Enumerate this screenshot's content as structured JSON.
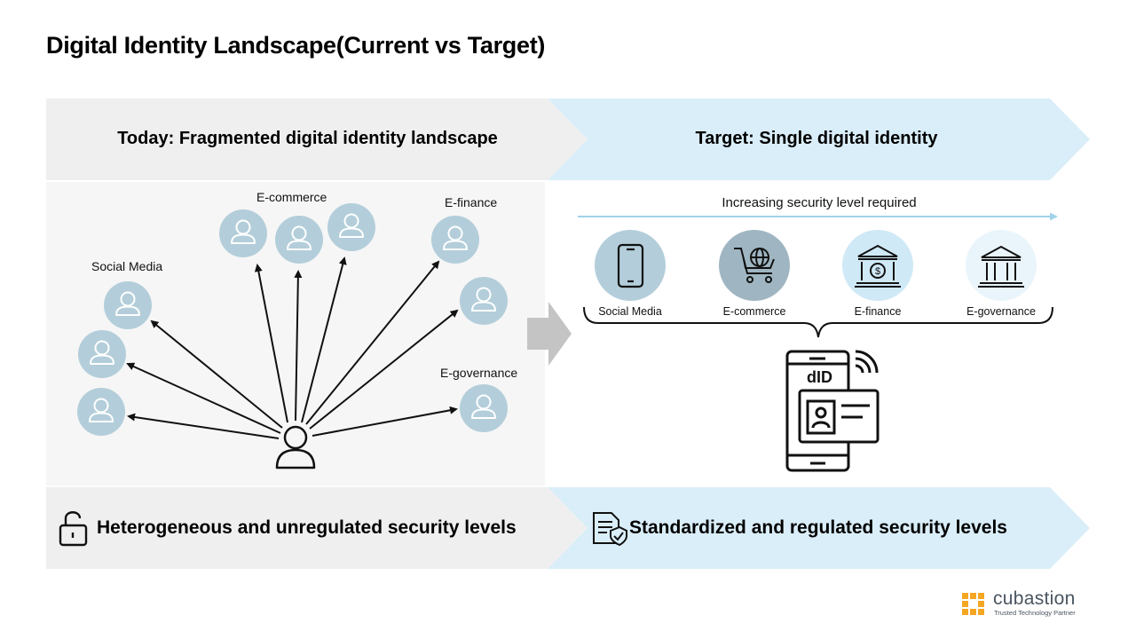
{
  "title": "Digital Identity Landscape(Current vs Target)",
  "left": {
    "header": "Today: Fragmented digital identity landscape",
    "groups": {
      "social_media": "Social Media",
      "ecommerce": "E-commerce",
      "efinance": "E-finance",
      "egovernance": "E-governance"
    },
    "footer": "Heterogeneous and unregulated security levels"
  },
  "right": {
    "header": "Target: Single digital identity",
    "scale_label": "Increasing security level required",
    "services": [
      {
        "label": "Social Media",
        "icon": "smartphone-icon"
      },
      {
        "label": "E-commerce",
        "icon": "shopping-cart-globe-icon"
      },
      {
        "label": "E-finance",
        "icon": "bank-dollar-icon"
      },
      {
        "label": "E-governance",
        "icon": "government-building-icon"
      }
    ],
    "did_label": "dID",
    "footer": "Standardized and regulated security levels"
  },
  "logo": {
    "name": "cubastion",
    "tagline": "Trusted Technology Partner"
  },
  "colors": {
    "left_band": "#efefef",
    "left_panel": "#f6f6f6",
    "right_band": "#daeef9",
    "person_circle": "#b3ceda",
    "arrow_gray": "#c4c4c4",
    "logo_orange": "#f5a623",
    "logo_text": "#4a5560"
  }
}
